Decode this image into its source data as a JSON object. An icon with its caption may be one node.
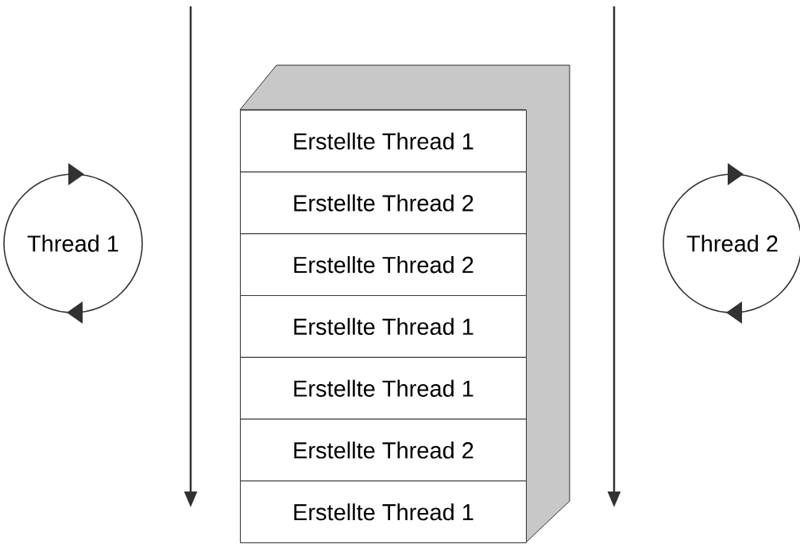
{
  "diagram": {
    "nodes": [
      {
        "text": [
          "Thread 1"
        ]
      },
      {
        "text": [
          "Erstellte Thread 1"
        ]
      },
      {
        "text": [
          "Erstellte Thread 2"
        ]
      },
      {
        "text": [
          "Erstellte Thread 2"
        ]
      },
      {
        "text": [
          "Erstellte Thread 1"
        ]
      },
      {
        "text": [
          "Erstellte Thread 1"
        ]
      },
      {
        "text": [
          "Erstellte Thread 2"
        ]
      },
      {
        "text": [
          "Erstellte Thread 1"
        ]
      },
      {
        "text": [
          "Thread 2"
        ]
      }
    ]
  }
}
